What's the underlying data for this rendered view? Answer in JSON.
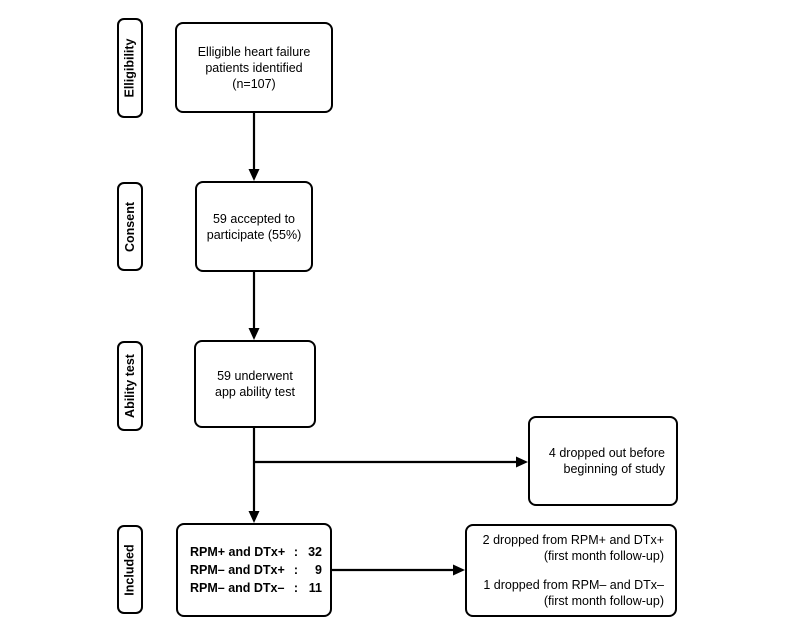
{
  "diagram": {
    "background": "#ffffff",
    "line_color": "#000000",
    "text_color": "#000000",
    "stages": [
      {
        "label": "Elligibility"
      },
      {
        "label": "Consent"
      },
      {
        "label": "Ability test"
      },
      {
        "label": "Included"
      }
    ],
    "boxes": {
      "eligibility": {
        "lines": [
          "Elligible heart failure",
          "patients identified",
          "(n=107)"
        ]
      },
      "consent": {
        "lines": [
          "59 accepted to",
          "participate (55%)"
        ]
      },
      "ability": {
        "lines": [
          "59 underwent",
          "app ability test"
        ]
      },
      "included": {
        "rows": [
          {
            "group": "RPM+ and DTx+",
            "colon": ":",
            "value": "32"
          },
          {
            "group": "RPM– and DTx+",
            "colon": ":",
            "value": "9"
          },
          {
            "group": "RPM– and DTx–",
            "colon": ":",
            "value": "11"
          }
        ]
      },
      "dropout_before_study": {
        "lines": [
          "4 dropped out before",
          "beginning of study"
        ]
      },
      "dropout_followup": {
        "entries": [
          {
            "line1": "2 dropped from RPM+ and DTx+",
            "line2": "(first month follow-up)"
          },
          {
            "line1": "1 dropped from RPM– and DTx–",
            "line2": "(first month follow-up)"
          }
        ]
      }
    }
  }
}
